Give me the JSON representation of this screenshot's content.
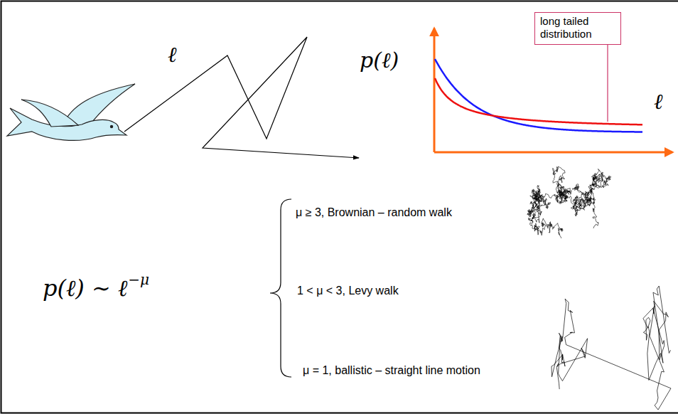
{
  "diagram": {
    "nodes": [
      {
        "text": [
          "long tailed distribution"
        ]
      }
    ],
    "labels": [
      "ℓ",
      "p(ℓ)",
      "ℓ",
      "p(ℓ) ∼ ℓ",
      "−μ",
      "μ ≥ 3, Brownian – random walk",
      "1 < μ < 3, Levy walk",
      "μ = 1, ballistic – straight line motion"
    ]
  }
}
